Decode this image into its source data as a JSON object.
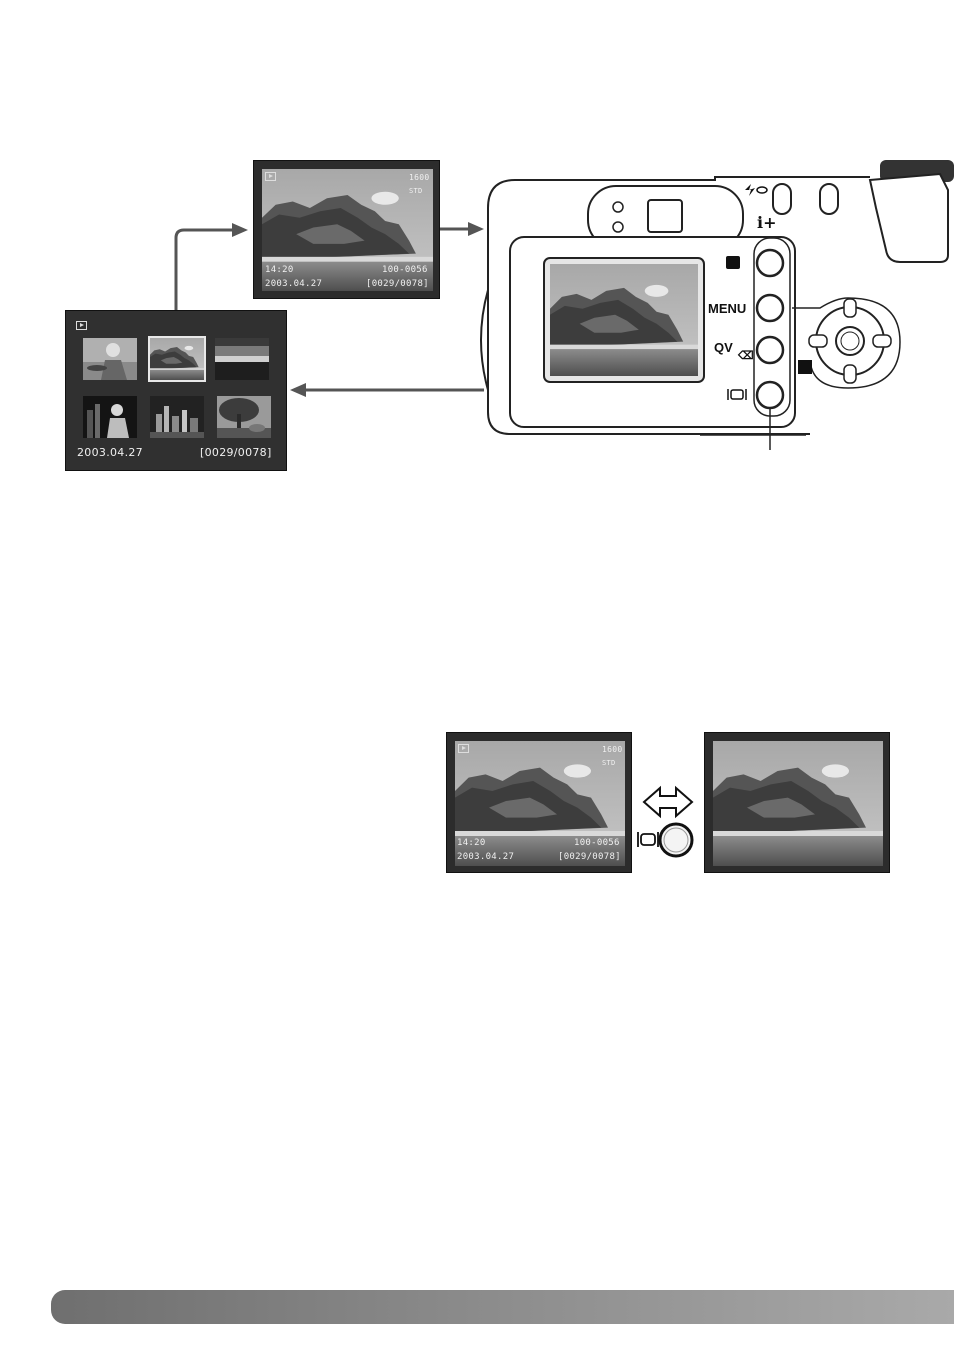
{
  "single_frame_display": {
    "image_size": "1600",
    "quality": "STD",
    "time": "14:20",
    "file_number": "100-0056",
    "date": "2003.04.27",
    "frame_counter": "[0029/0078]"
  },
  "index_display": {
    "date": "2003.04.27",
    "frame_counter": "[0029/0078]"
  },
  "camera_back": {
    "menu_label": "MENU",
    "qv_label": "QV",
    "info_label": "i+"
  },
  "toggle_display": {
    "image_size": "1600",
    "quality": "STD",
    "time": "14:20",
    "file_number": "100-0056",
    "date": "2003.04.27",
    "frame_counter": "[0029/0078]"
  },
  "icons": [
    "playback-icon",
    "flash-redeye-icon",
    "info-plus-icon",
    "macro-icon",
    "trash-icon",
    "display-button-icon",
    "exposure-comp-icon",
    "double-arrow-icon"
  ],
  "colors": {
    "lcd_frame": "#2c2c2c",
    "arrow": "#555555",
    "footer_bar_start": "#6f6f6f",
    "footer_bar_end": "#a9a9a9"
  }
}
